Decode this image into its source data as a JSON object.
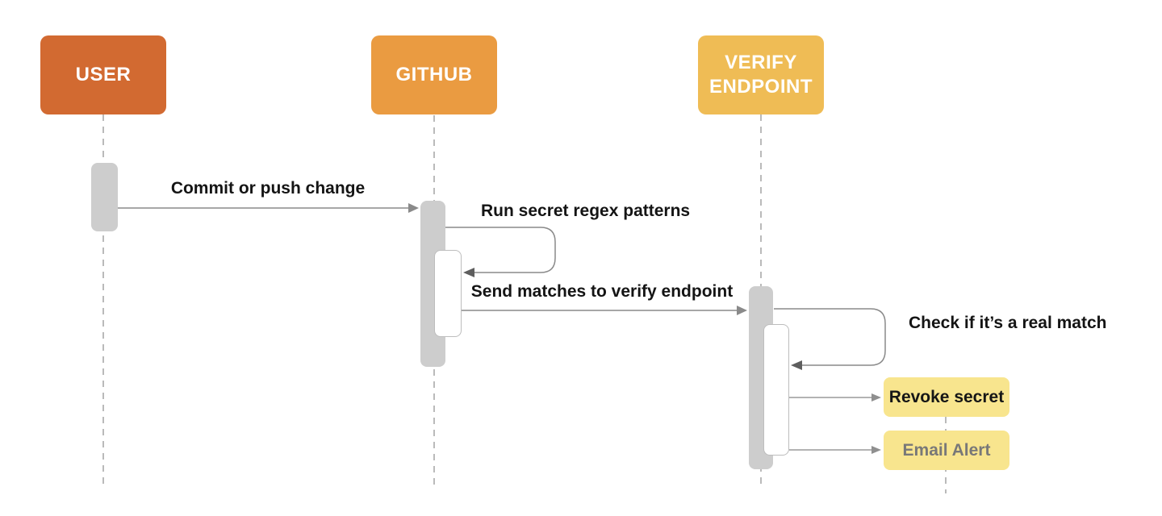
{
  "diagram": {
    "kind": "sequence-diagram",
    "actors": {
      "user": {
        "label": "USER",
        "color": "#d26a31"
      },
      "github": {
        "label": "GITHUB",
        "color": "#ea9b41"
      },
      "verify": {
        "label": "VERIFY ENDPOINT",
        "color": "#efbc55"
      }
    },
    "messages": {
      "commit": {
        "from": "user",
        "to": "github",
        "label": "Commit or push change"
      },
      "run": {
        "from": "github",
        "to": "github",
        "label": "Run secret regex patterns"
      },
      "send": {
        "from": "github",
        "to": "verify",
        "label": "Send matches to verify endpoint"
      },
      "check": {
        "from": "verify",
        "to": "verify",
        "label": "Check if it’s a real match"
      }
    },
    "targets": {
      "revoke": {
        "label": "Revoke secret",
        "color": "#f8e58e",
        "text_color": "#161616"
      },
      "email": {
        "label": "Email Alert",
        "color": "#f8e58e",
        "text_color": "#787878"
      }
    },
    "colors": {
      "background": "#ffffff",
      "activation_bar": "#cdcdcd",
      "message_line": "#8a8a8a",
      "lifeline": "#b3b3b3",
      "arrowhead_dark": "#5e5e5e",
      "arrowhead_light": "#8f8f8f"
    }
  }
}
